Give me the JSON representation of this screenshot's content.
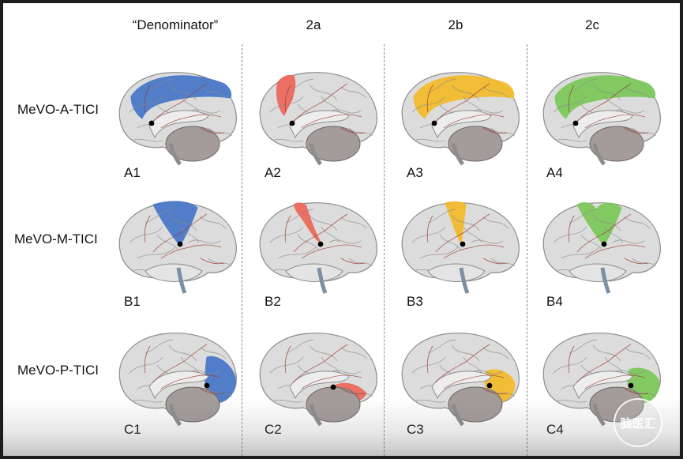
{
  "columns": [
    "“Denominator”",
    "2a",
    "2b",
    "2c"
  ],
  "rows": [
    {
      "label": "MeVO-A-TICI",
      "cells": [
        "A1",
        "A2",
        "A3",
        "A4"
      ],
      "view": "medial-anterior"
    },
    {
      "label": "MeVO-M-TICI",
      "cells": [
        "B1",
        "B2",
        "B3",
        "B4"
      ],
      "view": "lateral"
    },
    {
      "label": "MeVO-P-TICI",
      "cells": [
        "C1",
        "C2",
        "C3",
        "C4"
      ],
      "view": "medial-posterior"
    }
  ],
  "region_colors": {
    "denominator": "#4a78c8",
    "2a": "#ec6a5c",
    "2b": "#f3bb2e",
    "2c": "#7ec85c"
  },
  "brain_colors": {
    "cortex": "#dcdcdc",
    "cortex_stroke": "#8c8c8c",
    "vessel": "#9b3a2e",
    "cerebellum": "#a49b9b",
    "stem": "#7c8fa3"
  },
  "watermark": {
    "text": "脑医汇"
  },
  "icons": {
    "occlusion-point": "black dot"
  }
}
